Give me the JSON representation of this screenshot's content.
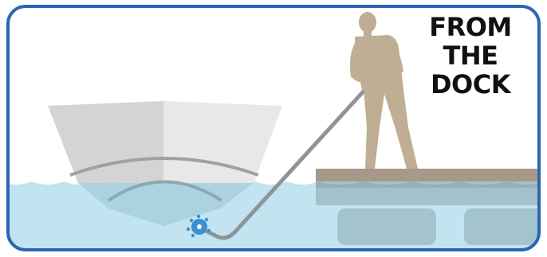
{
  "caption": {
    "lines": [
      "FROM",
      "THE",
      "DOCK"
    ]
  },
  "colors": {
    "frame": "#2a66b3",
    "water": "#c2e3f0",
    "water_shadow": "#9ec9d8",
    "boat_hull_dark": "#d6d6d6",
    "boat_hull_light": "#e8e8e8",
    "boat_rib": "#9a9a9a",
    "dock": "#a8988a",
    "dock_float": "#9fbcc6",
    "figure": "#bfae93",
    "pole": "#8f9499",
    "hook_float": "#3b8fd0"
  },
  "icons": [
    "boat",
    "person-figure",
    "dock",
    "boat-hook-pole",
    "float-buoy"
  ]
}
